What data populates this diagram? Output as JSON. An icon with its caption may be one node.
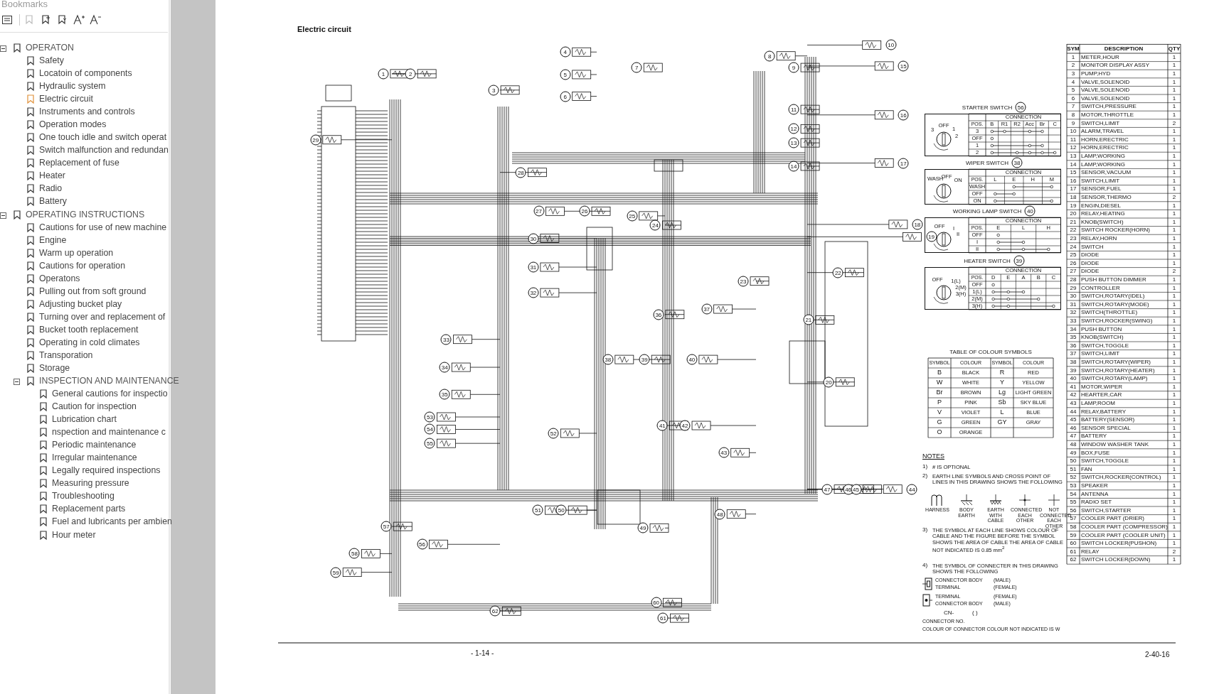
{
  "diagram": {
    "title": "Electric circuit",
    "labels": [
      "Bookmarks",
      "OPERATON",
      "Safety",
      "Locatoin of components",
      "Hydraulic system",
      "Electric circuit",
      "Instruments and controls",
      "Operation modes",
      "One touch idle and switch operat",
      "Switch malfunction and redundan",
      "Replacement of fuse",
      "Heater",
      "Radio",
      "Battery",
      "OPERATING INSTRUCTIONS",
      "Cautions for use of new machine",
      "Engine",
      "Warm up operation",
      "Cautions for operation",
      "Operatons",
      "Pulling out from soft ground",
      "Adjusting bucket play",
      "Turning over and replacement of",
      "Bucket tooth replacement",
      "Operating in cold climates",
      "Transporation",
      "Storage",
      "INSPECTION AND MAINTENANCE",
      "General cautions for inspectio",
      "Caution for inspection",
      "Lubrication chart",
      "nspection and maintenance c",
      "Periodic maintenance",
      "Irregular maintenance",
      "Legally required inspections",
      "Measuring pressure",
      "Troubleshooting",
      "Replacement parts",
      "Fuel and lubricants per ambien",
      "Hour meter",
      "1",
      "2",
      "3",
      "4",
      "5",
      "6",
      "7",
      "8",
      "9",
      "10",
      "11",
      "12",
      "13",
      "14",
      "15",
      "16",
      "17",
      "18",
      "19",
      "20",
      "21",
      "22",
      "23",
      "27",
      "26",
      "25",
      "24",
      "28",
      "29",
      "30",
      "31",
      "32",
      "33",
      "34",
      "35",
      "36",
      "37",
      "38",
      "39",
      "40",
      "41",
      "42",
      "43",
      "47",
      "46",
      "45",
      "44",
      "48",
      "49",
      "51",
      "50",
      "52",
      "53",
      "54",
      "55",
      "56",
      "57",
      "58",
      "59",
      "60",
      "61",
      "62",
      "SYM",
      "DESCRIPTION",
      "QTY",
      "1",
      "METER,HOUR",
      "1",
      "2",
      "MONITOR DISPLAY ASSY",
      "1",
      "3",
      "PUMP,HYD",
      "1",
      "4",
      "VALVE,SOLENOID",
      "1",
      "5",
      "VALVE,SOLENOID",
      "1",
      "6",
      "VALVE,SOLENOID",
      "1",
      "7",
      "SWITCH,PRESSURE",
      "1",
      "8",
      "MOTOR,THROTTLE",
      "1",
      "9",
      "SWITCH,LIMIT",
      "2",
      "10",
      "ALARM,TRAVEL",
      "1",
      "11",
      "HORN,ERECTRIC",
      "1",
      "12",
      "HORN,ERECTRIC",
      "1",
      "13",
      "LAMP,WORKING",
      "1",
      "14",
      "LAMP,WORKING",
      "1",
      "15",
      "SENSOR,VACUUM",
      "1",
      "16",
      "SWITCH,LIMIT",
      "1",
      "17",
      "SENSOR,FUEL",
      "1",
      "18",
      "SENSOR,THERMO",
      "2",
      "19",
      "ENGIN,DIESEL",
      "1",
      "20",
      "RELAY,HEATING",
      "1",
      "21",
      "KNOB(SWITCH)",
      "1",
      "22",
      "SWITCH ROCKER(HORN)",
      "1",
      "23",
      "RELAY,HORN",
      "1",
      "24",
      "SWITCH",
      "1",
      "25",
      "DIODE",
      "1",
      "26",
      "DIODE",
      "1",
      "27",
      "DIODE",
      "2",
      "28",
      "PUSH BUTTON DIMMER",
      "1",
      "29",
      "CONTROLLER",
      "1",
      "30",
      "SWITCH,ROTARY(IDEL)",
      "1",
      "31",
      "SWITCH,ROTARY(MODE)",
      "1",
      "32",
      "SWITCH(THROTTLE)",
      "1",
      "33",
      "SWITCH,ROCKER(SWING)",
      "1",
      "34",
      "PUSH BUTTON",
      "1",
      "35",
      "KNOB(SWITCH)",
      "1",
      "36",
      "SWITCH,TOGGLE",
      "1",
      "37",
      "SWITCH,LIMIT",
      "1",
      "38",
      "SWITCH,ROTARY(WIPER)",
      "1",
      "39",
      "SWITCH,ROTARY(HEATER)",
      "1",
      "40",
      "SWITCH,ROTARY(LAMP)",
      "1",
      "41",
      "MOTOR,WIPER",
      "1",
      "42",
      "HEARTER,CAR",
      "1",
      "43",
      "LAMP,ROOM",
      "1",
      "44",
      "RELAY,BATTERY",
      "1",
      "45",
      "BATTERY(SENSOR)",
      "1",
      "46",
      "SENSOR SPECIAL",
      "1",
      "47",
      "BATTERY",
      "1",
      "48",
      "WINDOW WASHER TANK",
      "1",
      "49",
      "BOX,FUSE",
      "1",
      "50",
      "SWITCH,TOGGLE",
      "1",
      "51",
      "FAN",
      "1",
      "52",
      "SWITCH,ROCKER(CONTROL)",
      "1",
      "53",
      "SPEAKER",
      "1",
      "54",
      "ANTENNA",
      "1",
      "55",
      "RADIO SET",
      "1",
      "56",
      "SWITCH,STARTER",
      "1",
      "57",
      "COOLER PART (DRIER)",
      "1",
      "58",
      "COOLER PART (COMPRESSOR)",
      "1",
      "59",
      "COOLER PART (COOLER UNIT)",
      "1",
      "60",
      "SWITCH LOCKER(PUSHON)",
      "1",
      "61",
      "RELAY",
      "2",
      "62",
      "SWITCH LOCKER(DOWN)",
      "1",
      "STARTER SWITCH",
      "56",
      "3",
      "OFF",
      "1",
      "2",
      "POS.",
      "CONNECTION",
      "B",
      "R1",
      "R2",
      "Acc",
      "Br",
      "C",
      "3",
      "OFF",
      "1",
      "2",
      "WIPER SWITCH",
      "38",
      "WASH",
      "OFF",
      "ON",
      "POS.",
      "CONNECTION",
      "L",
      "E",
      "H",
      "M",
      "WASH",
      "OFF",
      "ON",
      "WORKING LAMP SWITCH",
      "40",
      "OFF",
      "I",
      "II",
      "POS.",
      "CONNECTION",
      "E",
      "L",
      "H",
      "OFF",
      "I",
      "II",
      "HEATER SWITCH",
      "39",
      "OFF",
      "1(L)",
      "2(M)",
      "3(H)",
      "POS.",
      "CONNECTION",
      "D",
      "E",
      "A",
      "B",
      "C",
      "OFF",
      "1(L)",
      "2(M)",
      "3(H)",
      "TABLE OF COLOUR SYMBOLS",
      "SYMBOL",
      "COLOUR",
      "SYMBOL",
      "COLOUR",
      "B",
      "BLACK",
      "R",
      "RED",
      "W",
      "WHITE",
      "Y",
      "YELLOW",
      "Br",
      "BROWN",
      "Lg",
      "LIGHT GREEN",
      "P",
      "PINK",
      "Sb",
      "SKY BLUE",
      "V",
      "VIOLET",
      "L",
      "BLUE",
      "G",
      "GREEN",
      "GY",
      "GRAY",
      "O",
      "ORANGE",
      "NOTES",
      "1)",
      "# IS OPTIONAL",
      "2)",
      "EARTH LINE SYMBOLS AND CROSS POINT OF LINES IN THIS DRAWING SHOWS THE FOLLOWING",
      "HARNESS",
      "BODY EARTH",
      "EARTH WITH CABLE",
      "CONNECTED EACH OTHER",
      "NOT CONNECTED EACH OTHER",
      "3)",
      "THE SYMBOL AT EACH LINE SHOWS COLOUR OF CABLE AND THE FIGURE BEFORE THE SYMBOL SHOWS THE AREA OF CABLE THE AREA OF CABLE NOT INDICATED IS 0.85 mm$^{2}$",
      "4)",
      "THE SYMBOL OF CONNECTER IN THIS DRAWING SHOWS THE FOLLOWING",
      "CONNECTOR BODY",
      "(MALE)",
      "TERMINAL",
      "(FEMALE)",
      "TERMINAL",
      "(FEMALE)",
      "CONNECTOR BODY",
      "(MALE)",
      "CN-",
      "( )",
      "CONNECTOR NO.",
      "COLOUR OF CONNECTOR COLOUR NOT INDICATED IS W",
      "- 1-14 -",
      "2-40-16"
    ]
  }
}
